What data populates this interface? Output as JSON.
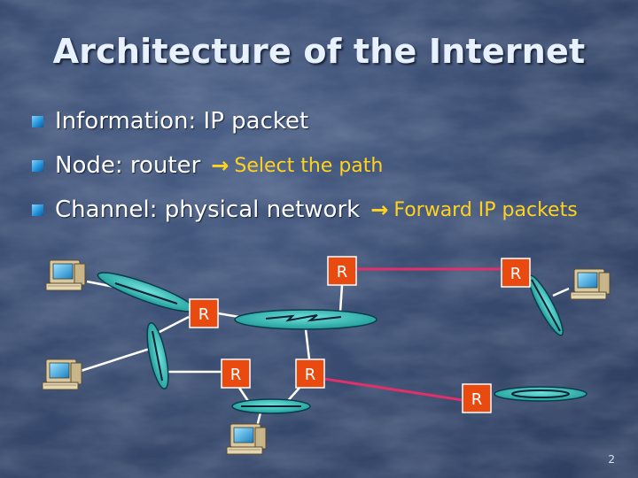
{
  "slide": {
    "title": "Architecture of the Internet",
    "page_number": "2",
    "bullets": [
      {
        "text": "Information: IP packet",
        "arrow": "",
        "annotation": ""
      },
      {
        "text": "Node: router",
        "arrow": "→",
        "annotation": "Select the path"
      },
      {
        "text": "Channel: physical network",
        "arrow": "→",
        "annotation": "Forward IP  packets"
      }
    ]
  },
  "diagram": {
    "router_label": "R",
    "colors": {
      "router_fill": "#e84a10",
      "network_fill": "#2bb5b0",
      "wan_link": "#e0306a",
      "link": "#ffffff",
      "annotation": "#ffd21f"
    }
  }
}
